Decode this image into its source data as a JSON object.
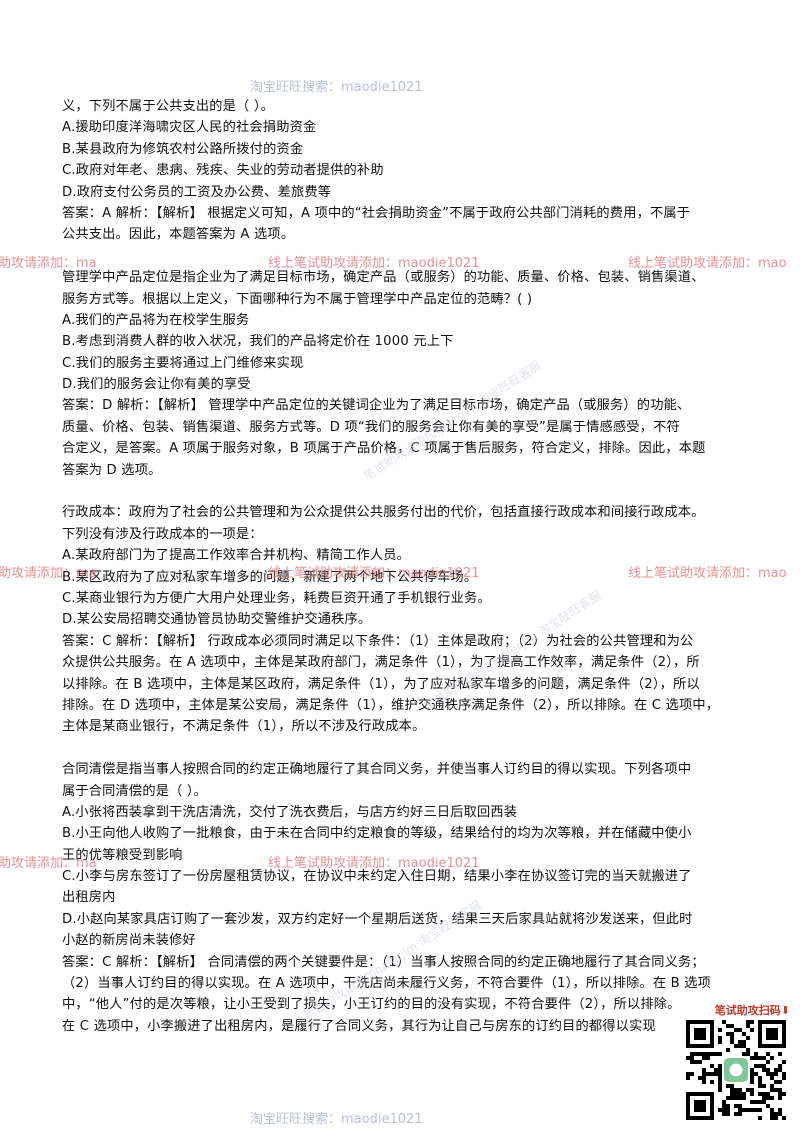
{
  "lines": [
    "义，下列不属于公共支出的是（ ）。",
    "A.援助印度洋海啸灾区人民的社会捐助资金",
    "B.某县政府为修筑农村公路所拨付的资金",
    "C.政府对年老、患病、残疾、失业的劳动者提供的补助",
    "D.政府支付公务员的工资及办公费、差旅费等",
    "答案：A 解析：【解析】 根据定义可知，A 项中的“社会捐助资金”不属于政府公共部门消耗的费用，不属于",
    "公共支出。因此，本题答案为 A 选项。",
    "",
    "管理学中产品定位是指企业为了满足目标市场，确定产品（或服务）的功能、质量、价格、包装、销售渠道、",
    "服务方式等。根据以上定义，下面哪种行为不属于管理学中产品定位的范畴？( )",
    "A.我们的产品将为在校学生服务",
    "B.考虑到消费人群的收入状况，我们的产品将定价在 1000 元上下",
    "C.我们的服务主要将通过上门维修来实现",
    "D.我们的服务会让你有美的享受",
    "答案：D 解析：【解析】 管理学中产品定位的关键词企业为了满足目标市场，确定产品（或服务）的功能、",
    "质量、价格、包装、销售渠道、服务方式等。D 项“我们的服务会让你有美的享受”是属于情感感受，不符",
    "合定义，是答案。A 项属于服务对象，B 项属于产品价格，C 项属于售后服务，符合定义，排除。因此，本题",
    "答案为 D 选项。",
    "",
    "行政成本：政府为了社会的公共管理和为公众提供公共服务付出的代价，包括直接行政成本和间接行政成本。",
    "下列没有涉及行政成本的一项是：",
    "A.某政府部门为了提高工作效率合并机构、精简工作人员。",
    "B.某区政府为了应对私家车增多的问题，新建了两个地下公共停车场。",
    "C.某商业银行为方便广大用户处理业务，耗费巨资开通了手机银行业务。",
    "D.某公安局招聘交通协管员协助交警维护交通秩序。",
    "答案：C 解析：【解析】 行政成本必须同时满足以下条件：（1）主体是政府；（2）为社会的公共管理和为公",
    "众提供公共服务。在 A 选项中，主体是某政府部门，满足条件（1），为了提高工作效率，满足条件（2），所",
    "以排除。在 B 选项中，主体是某区政府，满足条件（1），为了应对私家车增多的问题，满足条件（2），所以",
    "排除。在 D 选项中，主体是某公安局，满足条件（1），维护交通秩序满足条件（2），所以排除。在 C 选项中，",
    "主体是某商业银行，不满足条件（1），所以不涉及行政成本。",
    "",
    "合同清偿是指当事人按照合同的约定正确地履行了其合同义务，并使当事人订约目的得以实现。下列各项中",
    "属于合同清偿的是（ ）。",
    "A.小张将西装拿到干洗店清洗，交付了洗衣费后，与店方约好三日后取回西装",
    "B.小王向他人收购了一批粮食，由于未在合同中约定粮食的等级，结果给付的均为次等粮，并在储藏中使小",
    "王的优等粮受到影响",
    "C.小李与房东签订了一份房屋租赁协议，在协议中未约定入住日期，结果小李在协议签订完的当天就搬进了",
    "出租房内",
    "D.小赵向某家具店订购了一套沙发，双方约定好一个星期后送货，结果三天后家具站就将沙发送来，但此时",
    "小赵的新房尚未装修好",
    "答案：C 解析：【解析】 合同清偿的两个关键要件是：（1）当事人按照合同的约定正确地履行了其合同义务；",
    "（2）当事人订约目的得以实现。在 A 选项中，干洗店尚未履行义务，不符合要件（1），所以排除。在 B 选项",
    "中，“他人”付的是次等粮，让小王受到了损失，小王订约的目的没有实现，不符合要件（2），所以排除。",
    "在 C 选项中，小李搬进了出租房内，是履行了合同义务，其行为让自己与房东的订约目的都得以实现"
  ],
  "watermark_red": "线上笔试助攻请添加：maodie1021",
  "watermark_red_left": "助攻请添加：ma",
  "watermark_red_right": "线上笔试助攻请添加：mao",
  "watermark_blue": "淘宝旺旺搜索：maodie1021",
  "watermark_diag": "笔试助攻请添加galerjim 淘宝旺旺客服",
  "qr_title": "笔试助攻扫码⬇"
}
